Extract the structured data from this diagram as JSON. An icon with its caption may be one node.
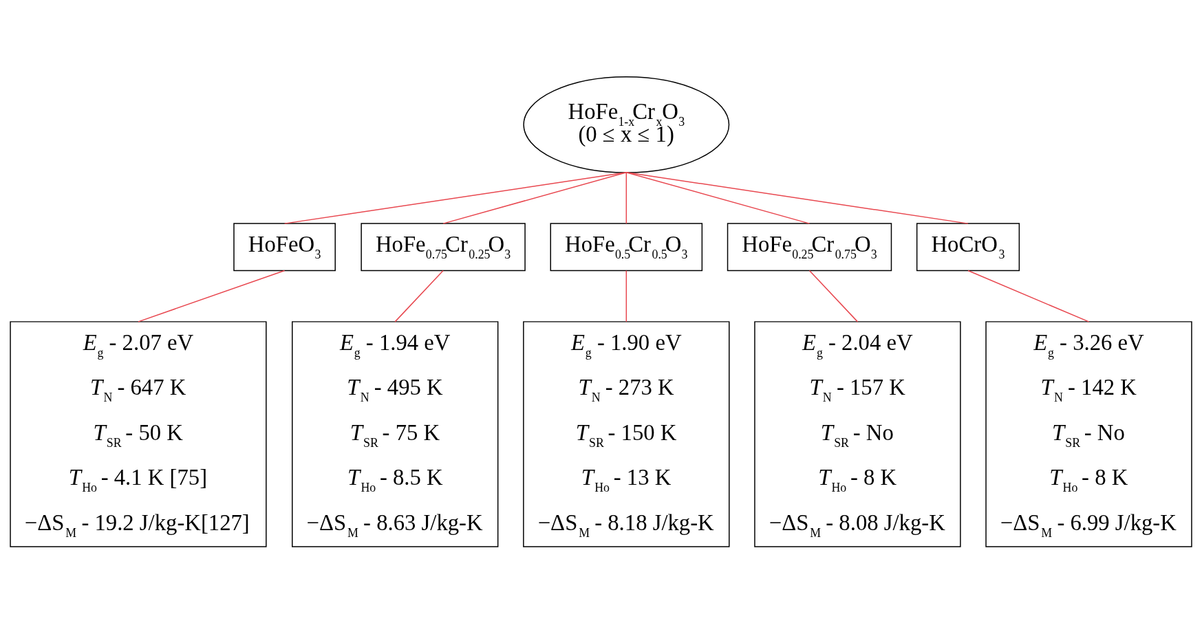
{
  "diagram": {
    "nodes": [
      {
        "text": [
          "HoFe$_{1-x}$Cr$_{x}$O$_{3}$",
          "(0 ≤ x ≤ 1)"
        ]
      },
      {
        "text": [
          "HoFeO$_{3}$"
        ]
      },
      {
        "text": [
          "HoFe$_{0.75}$Cr$_{0.25}$O$_{3}$"
        ]
      },
      {
        "text": [
          "HoFe$_{0.5}$Cr$_{0.5}$O$_{3}$"
        ]
      },
      {
        "text": [
          "HoFe$_{0.25}$Cr$_{0.75}$O$_{3}$"
        ]
      },
      {
        "text": [
          "HoCrO$_{3}$"
        ]
      },
      {
        "text": [
          "*E*$_{g}$ - 2.07 eV",
          "*T*$_{N}$ - 647 K",
          "*T*$_{SR}$ - 50 K",
          "*T*$_{Ho}$ - 4.1 K [75]",
          "−ΔS$_{M}$ - 19.2 J/kg-K[127]"
        ]
      },
      {
        "text": [
          "*E*$_{g}$ - 1.94 eV",
          "*T*$_{N}$ - 495 K",
          "*T*$_{SR}$ - 75 K",
          "*T*$_{Ho}$ - 8.5 K",
          "−ΔS$_{M}$ - 8.63 J/kg-K"
        ]
      },
      {
        "text": [
          "*E*$_{g}$ - 1.90 eV",
          "*T*$_{N}$ - 273 K",
          "*T*$_{SR}$ - 150 K",
          "*T*$_{Ho}$ - 13 K",
          "−ΔS$_{M}$ - 8.18 J/kg-K"
        ]
      },
      {
        "text": [
          "*E*$_{g}$ - 2.04 eV",
          "*T*$_{N}$ - 157 K",
          "*T*$_{SR}$ - No",
          "*T*$_{Ho}$ - 8 K",
          "−ΔS$_{M}$ - 8.08 J/kg-K"
        ]
      },
      {
        "text": [
          "*E*$_{g}$ - 3.26 eV",
          "*T*$_{N}$ - 142 K",
          "*T*$_{SR}$ - No",
          "*T*$_{Ho}$ - 8 K",
          "−ΔS$_{M}$ - 6.99 J/kg-K"
        ]
      }
    ],
    "edges": [
      {
        "from": 0,
        "to": 1,
        "arrow": "none"
      },
      {
        "from": 0,
        "to": 2,
        "arrow": "none"
      },
      {
        "from": 0,
        "to": 3,
        "arrow": "none"
      },
      {
        "from": 0,
        "to": 4,
        "arrow": "none"
      },
      {
        "from": 0,
        "to": 5,
        "arrow": "none"
      },
      {
        "from": 1,
        "to": 6,
        "arrow": "none"
      },
      {
        "from": 2,
        "to": 7,
        "arrow": "none"
      },
      {
        "from": 3,
        "to": 8,
        "arrow": "none"
      },
      {
        "from": 4,
        "to": 9,
        "arrow": "none"
      },
      {
        "from": 5,
        "to": 10,
        "arrow": "none"
      }
    ]
  }
}
